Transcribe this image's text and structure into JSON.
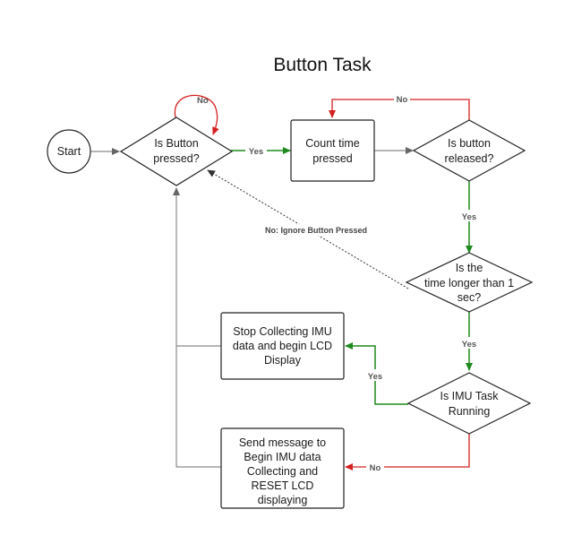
{
  "title": "Button Task",
  "colors": {
    "default_edge": "#8a8a8a",
    "yes_edge": "#1f8a1f",
    "no_edge": "#d42020",
    "node_stroke": "#222222"
  },
  "nodes": {
    "start": "Start",
    "is_button_pressed": [
      "Is Button",
      "pressed?"
    ],
    "count_time": [
      "Count time",
      "pressed"
    ],
    "is_button_released": [
      "Is button",
      "released?"
    ],
    "time_longer": [
      "Is the",
      "time longer than 1",
      "sec?"
    ],
    "is_imu_running": [
      "Is IMU Task",
      "Running"
    ],
    "stop_collecting": [
      "Stop Collecting IMU",
      "data and begin LCD",
      "Display"
    ],
    "send_message": [
      "Send message to",
      "Begin IMU data",
      "Collecting and",
      "RESET LCD",
      "displaying"
    ]
  },
  "edge_labels": {
    "pressed_no": "No",
    "pressed_yes": "Yes",
    "released_no": "No",
    "released_yes": "Yes",
    "ignore": "No: Ignore Button Pressed",
    "time_yes": "Yes",
    "imu_yes": "Yes",
    "imu_no": "No"
  }
}
